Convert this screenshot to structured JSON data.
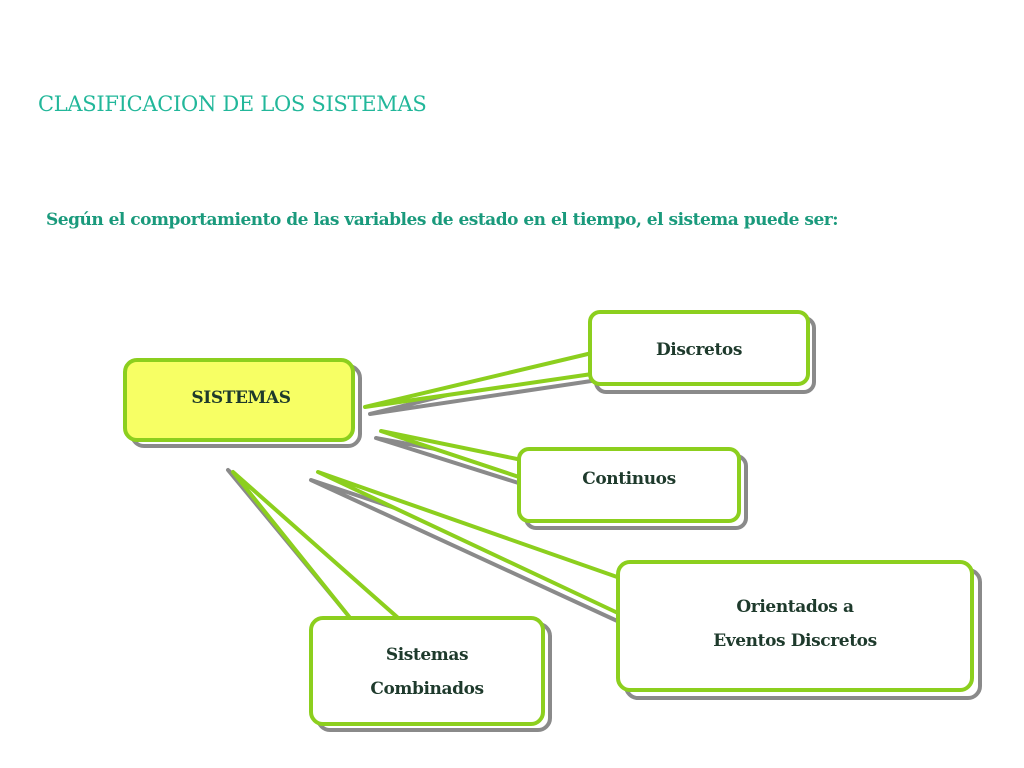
{
  "title": "CLASIFICACION DE LOS SISTEMAS",
  "subtitle": "Según el comportamiento de las variables de estado en el tiempo, el sistema puede ser:",
  "root": {
    "label": "SISTEMAS"
  },
  "children": [
    {
      "lines": [
        "Discretos"
      ]
    },
    {
      "lines": [
        "Continuos"
      ]
    },
    {
      "lines": [
        "Orientados a",
        "Eventos Discretos"
      ]
    },
    {
      "lines": [
        "Sistemas",
        "Combinados"
      ]
    }
  ],
  "colors": {
    "title": "#22b79a",
    "subtitle": "#1a9a7c",
    "border": "#8ccf1e",
    "shadow": "#8a8a8a",
    "root_fill": "#f7ff64",
    "text": "#1e3a2c"
  }
}
